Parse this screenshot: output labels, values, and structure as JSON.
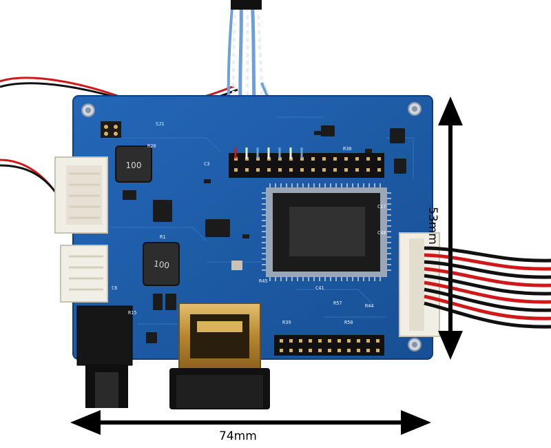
{
  "image": {
    "subject": "LCD controller board",
    "dimensions": {
      "width_label": "74mm",
      "height_label": "53mm"
    },
    "inductor_markings": [
      "100",
      "100"
    ],
    "silkscreen": {
      "jumper_label": "SJ1",
      "misc": [
        "R1",
        "C3",
        "R15",
        "C17",
        "R30",
        "C41",
        "R44",
        "R50",
        "C48",
        "R57",
        "R20",
        "R45",
        "C6",
        "R39"
      ]
    },
    "colors": {
      "pcb": "#1c5aa6",
      "pcb_dark": "#123f7a",
      "chip": "#1b1b1b",
      "wire_red": "#d01818",
      "wire_black": "#111111",
      "wire_blue": "#6f9fd8",
      "hdmi_gold": "#c89a3c",
      "arrow": "#000000"
    }
  }
}
